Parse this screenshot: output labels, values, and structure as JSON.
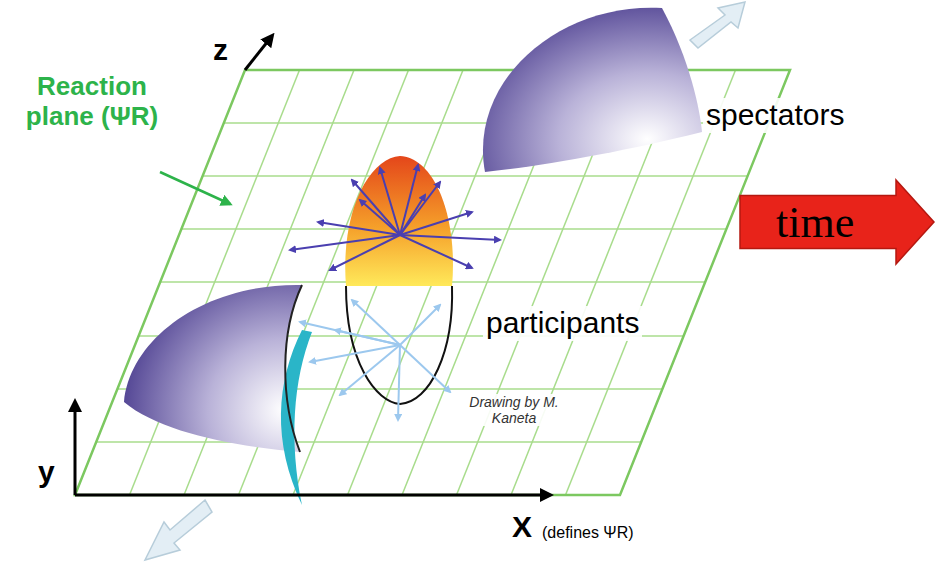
{
  "diagram": {
    "nodes": [
      {
        "text": [
          "time"
        ]
      }
    ],
    "labels": [
      "Reaction plane (ΨR)",
      "z",
      "y",
      "X",
      "(defines ΨR)",
      "spectators",
      "participants",
      "Drawing by M. Kaneta"
    ]
  }
}
